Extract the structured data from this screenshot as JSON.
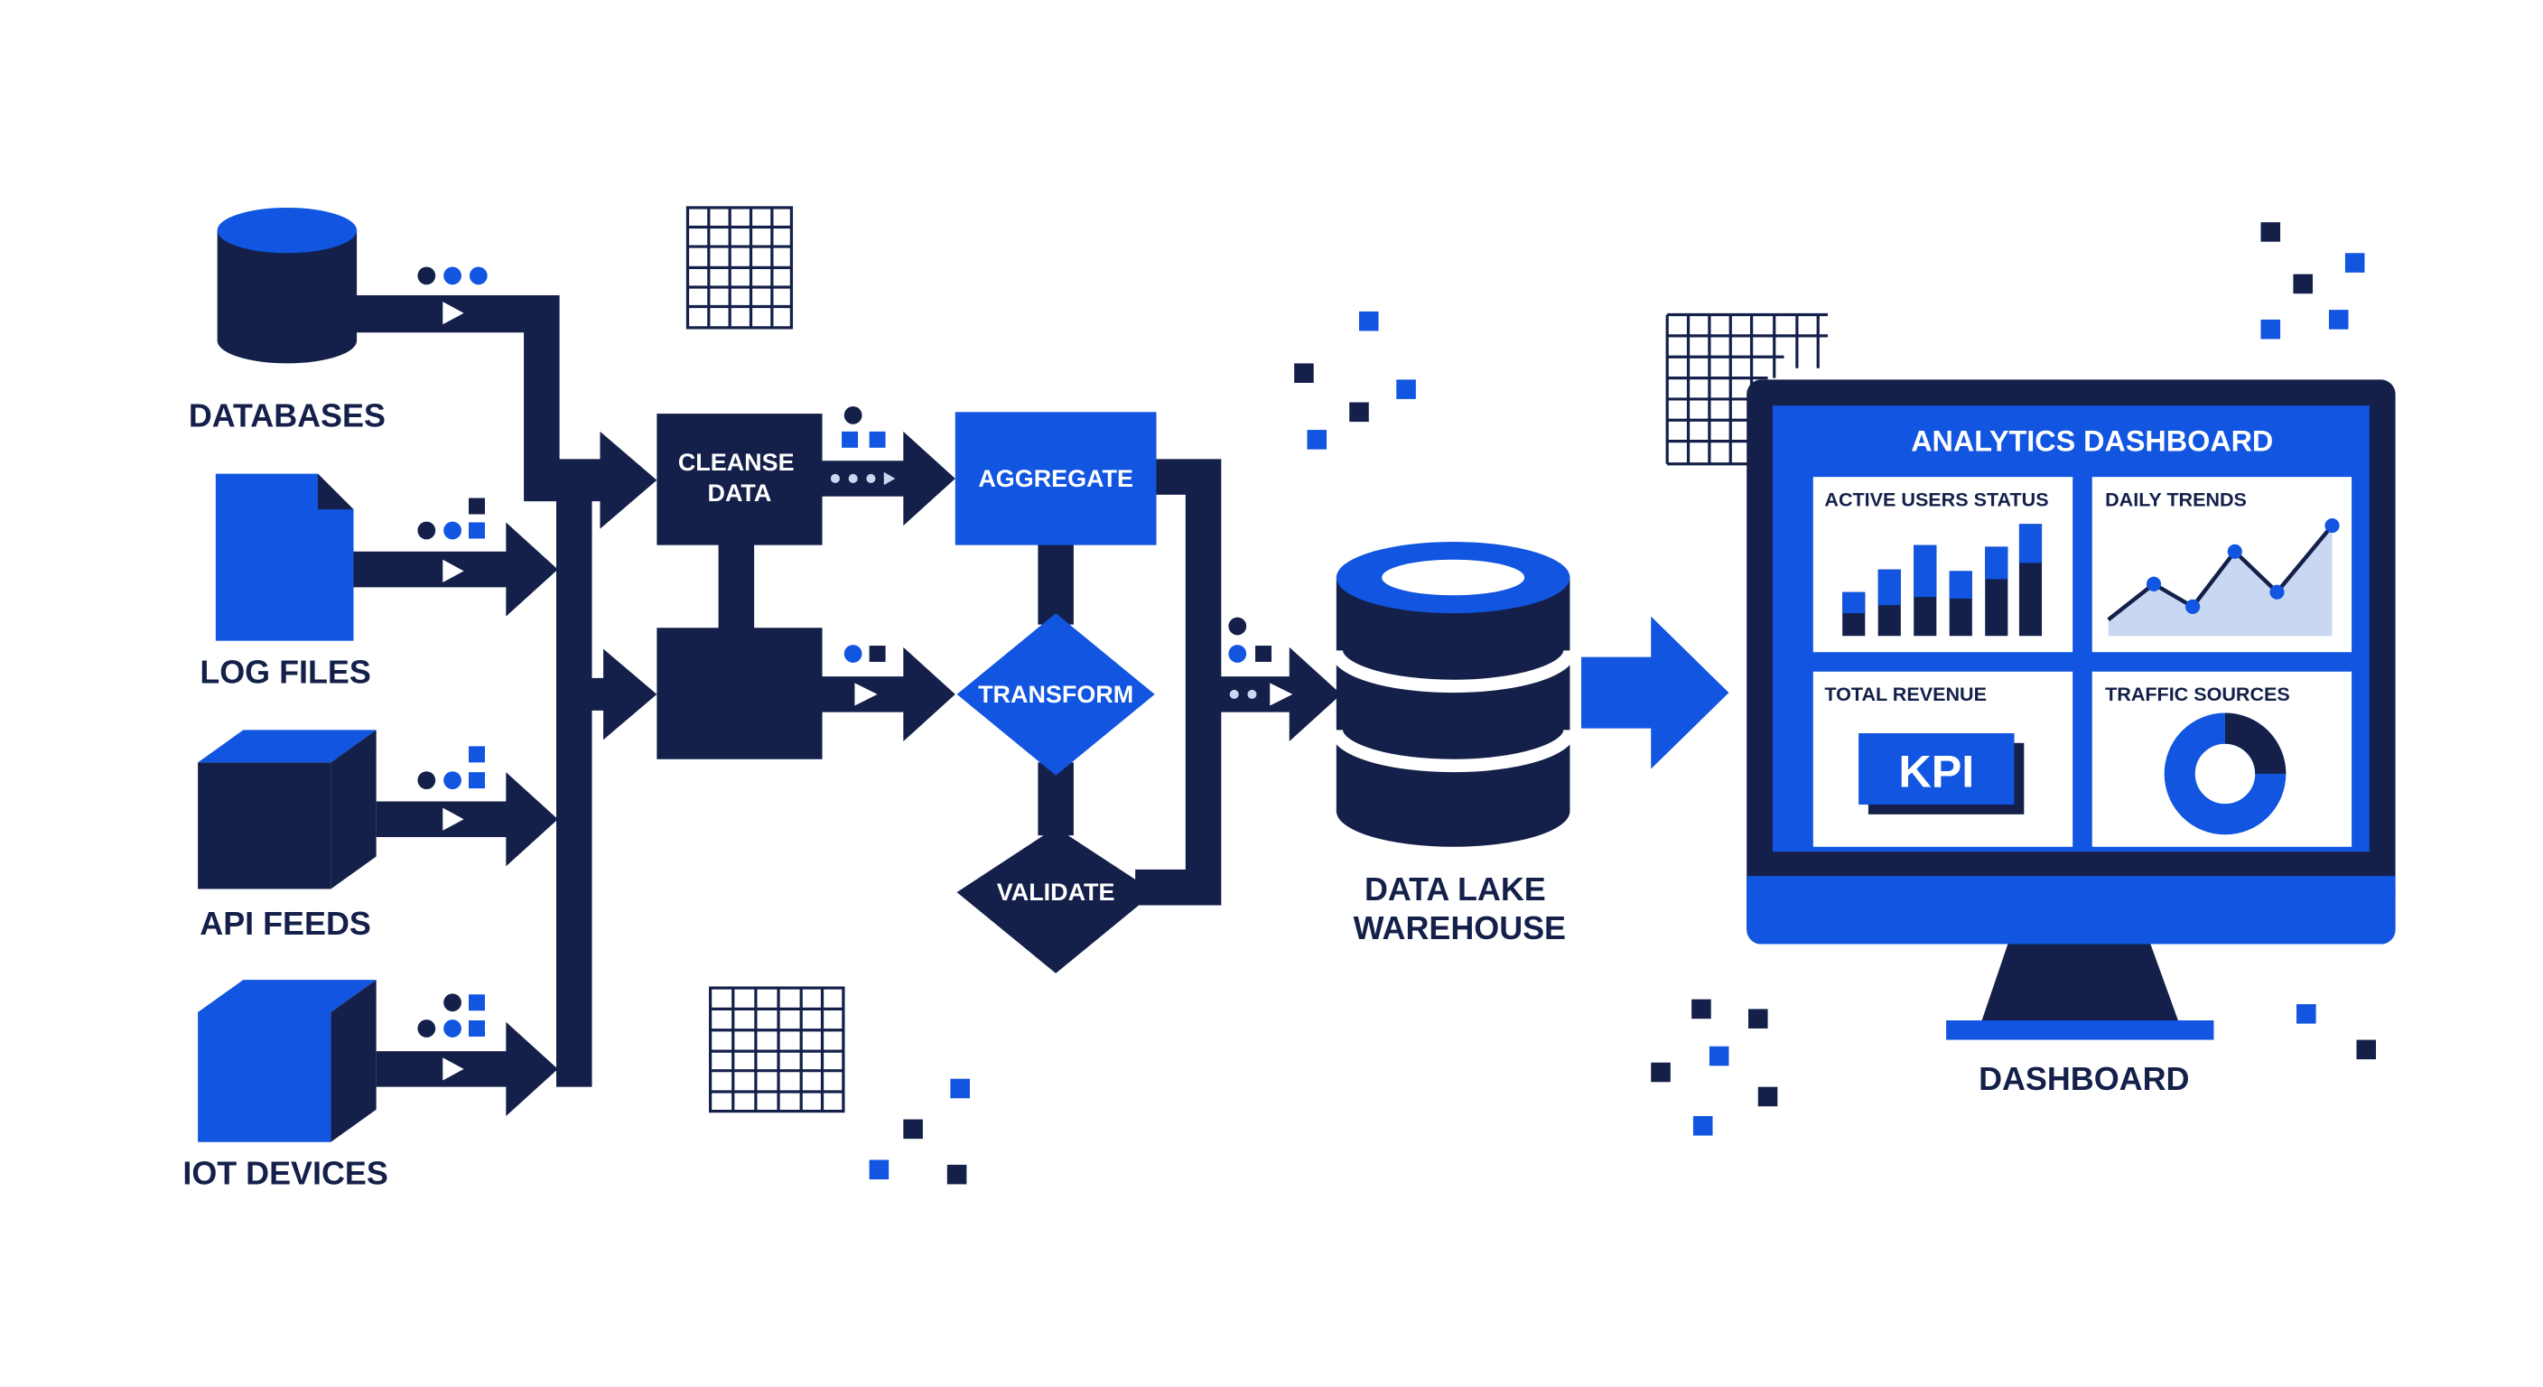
{
  "colors": {
    "navy": "#14204a",
    "blue": "#1155e0",
    "light_blue": "#c9d8f2",
    "white": "#ffffff"
  },
  "sources": {
    "databases": "DATABASES",
    "log_files": "LOG FILES",
    "api_feeds": "API FEEDS",
    "iot_devices": "IOT DEVICES"
  },
  "process": {
    "cleanse": "CLEANSE\nDATA",
    "aggregate": "AGGREGATE",
    "transform": "TRANSFORM",
    "validate": "VALIDATE"
  },
  "storage": {
    "label": "DATA LAKE\nWAREHOUSE"
  },
  "dashboard": {
    "screen_title": "ANALYTICS DASHBOARD",
    "panels": {
      "active_users": "ACTIVE USERS STATUS",
      "daily_trends": "DAILY TRENDS",
      "total_revenue": "TOTAL REVENUE",
      "traffic_sources": "TRAFFIC SOURCES"
    },
    "kpi": "KPI",
    "label": "DASHBOARD"
  },
  "icons": [
    "database-icon",
    "document-icon",
    "cube-icon",
    "grid-icon",
    "monitor-icon",
    "arrow-icon",
    "donut-chart-icon",
    "bar-chart-icon",
    "line-chart-icon"
  ]
}
